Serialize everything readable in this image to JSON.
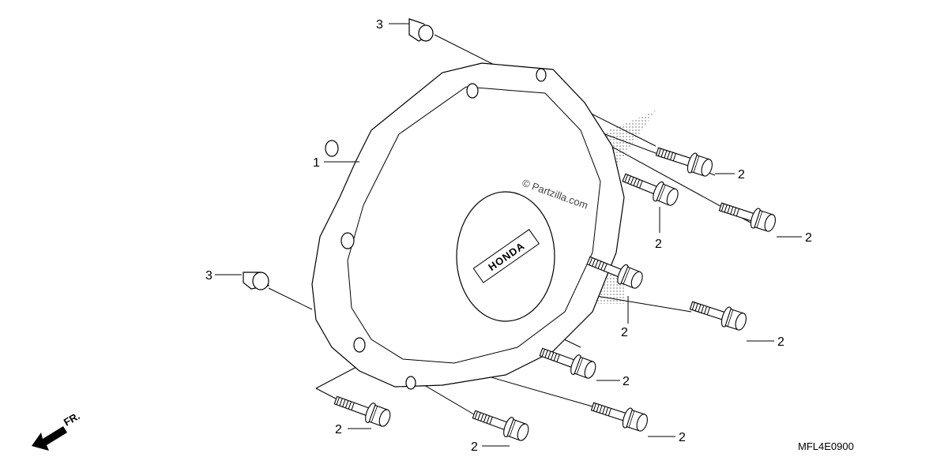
{
  "callouts": {
    "part1": "1",
    "bolt": "2",
    "dowel": "3"
  },
  "front_indicator": "FR.",
  "diagram_code": "MFL4E0900",
  "watermark": "© Partzilla.com",
  "cover_logo": "HONDA",
  "colors": {
    "line": "#000000",
    "background": "#ffffff",
    "watermark": "#c8c8c8"
  }
}
